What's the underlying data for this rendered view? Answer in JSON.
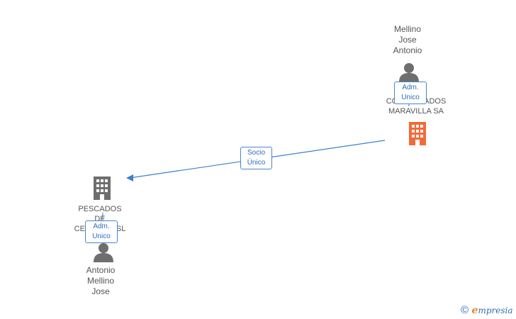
{
  "nodes": {
    "person_top": {
      "lines": [
        "Mellino",
        "Jose",
        "Antonio"
      ]
    },
    "company_top": {
      "lines": [
        "CONSERVADOS",
        "MARAVILLA SA"
      ],
      "color": "#f26a3a"
    },
    "company_left": {
      "lines": [
        "PESCADOS",
        "DE",
        "CERDEIRA SL"
      ],
      "color": "#6e6e6e"
    },
    "person_bottom": {
      "lines": [
        "Antonio",
        "Mellino",
        "Jose"
      ]
    }
  },
  "edges": {
    "socio": {
      "lines": [
        "Socio",
        "Único"
      ]
    },
    "adm_top": {
      "lines": [
        "Adm.",
        "Unico"
      ]
    },
    "adm_bottom": {
      "lines": [
        "Adm.",
        "Unico"
      ]
    }
  },
  "footer": {
    "copyright": "©",
    "brand_first": "e",
    "brand_rest": "mpresia"
  },
  "colors": {
    "edge": "#3a7fd0",
    "person_icon": "#6e6e6e"
  }
}
